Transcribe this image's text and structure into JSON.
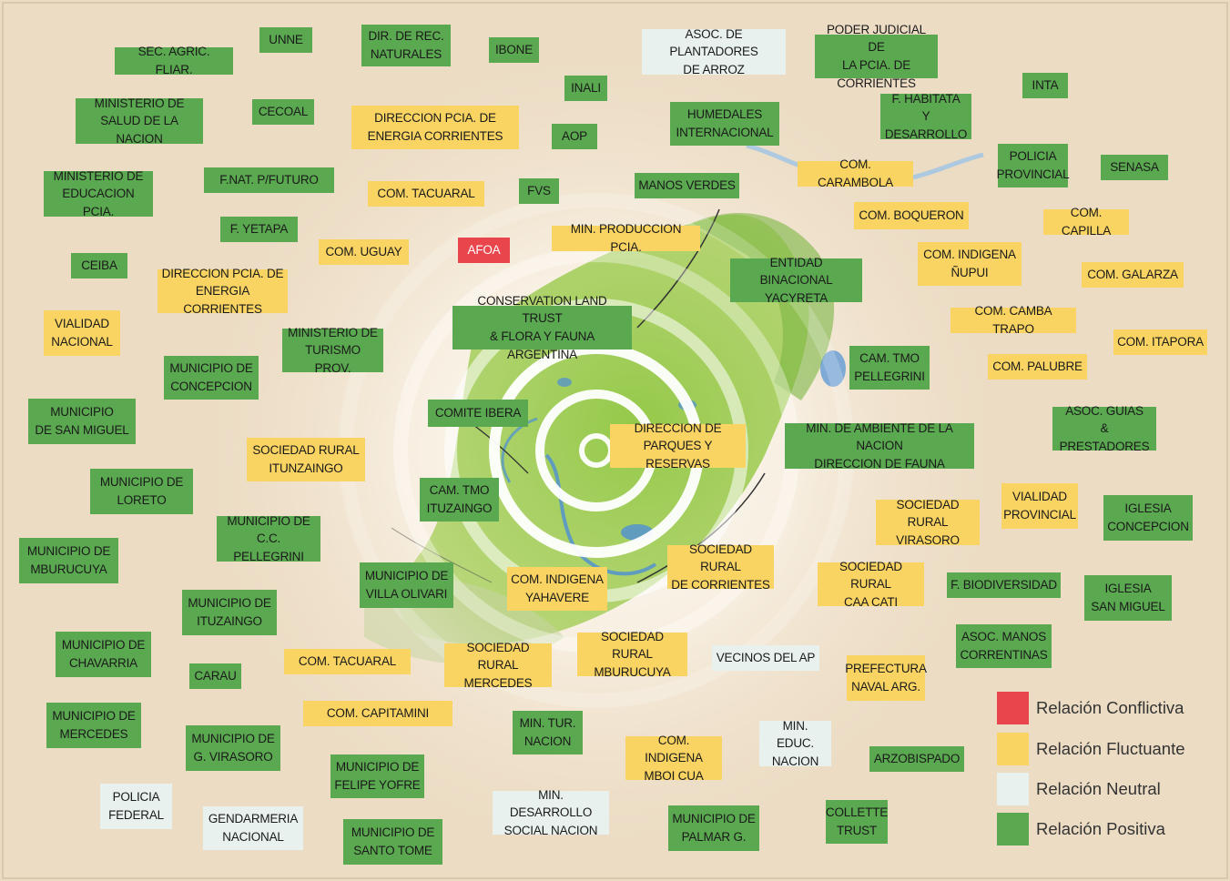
{
  "legend": {
    "conflictiva": "Relación Conflictiva",
    "fluctuante": "Relación Fluctuante",
    "neutral": "Relación Neutral",
    "positiva": "Relación Positiva"
  },
  "colors": {
    "conflictiva": "#e8464c",
    "fluctuante": "#f9d462",
    "neutral": "#e8f1ee",
    "positiva": "#5aa84f",
    "background": "#ecdcc4"
  },
  "actors": [
    {
      "id": "sec-agric-fliar",
      "label": "SEC. AGRIC. FLIAR.",
      "relation": "positiva"
    },
    {
      "id": "unne",
      "label": "UNNE",
      "relation": "positiva"
    },
    {
      "id": "dir-rec-naturales",
      "label": "DIR. DE REC.\nNATURALES",
      "relation": "positiva"
    },
    {
      "id": "ibone",
      "label": "IBONE",
      "relation": "positiva"
    },
    {
      "id": "asoc-plantadores-arroz",
      "label": "ASOC. DE PLANTADORES\nDE ARROZ",
      "relation": "neutral"
    },
    {
      "id": "poder-judicial",
      "label": "PODER JUDICIAL DE\nLA PCIA. DE CORRIENTES",
      "relation": "positiva"
    },
    {
      "id": "inta",
      "label": "INTA",
      "relation": "positiva"
    },
    {
      "id": "inali",
      "label": "INALI",
      "relation": "positiva"
    },
    {
      "id": "ministerio-salud",
      "label": "MINISTERIO DE\nSALUD DE LA NACION",
      "relation": "positiva"
    },
    {
      "id": "cecoal",
      "label": "CECOAL",
      "relation": "positiva"
    },
    {
      "id": "direccion-energia-1",
      "label": "DIRECCION PCIA. DE\nENERGIA CORRIENTES",
      "relation": "fluctuante"
    },
    {
      "id": "aop",
      "label": "AOP",
      "relation": "positiva"
    },
    {
      "id": "humedales-internacional",
      "label": "HUMEDALES\nINTERNACIONAL",
      "relation": "positiva"
    },
    {
      "id": "f-habitata",
      "label": "F. HABITATA\nY DESARROLLO",
      "relation": "positiva"
    },
    {
      "id": "policia-provincial",
      "label": "POLICIA\nPROVINCIAL",
      "relation": "positiva"
    },
    {
      "id": "senasa",
      "label": "SENASA",
      "relation": "positiva"
    },
    {
      "id": "ministerio-educacion",
      "label": "MINISTERIO DE\nEDUCACION PCIA.",
      "relation": "positiva"
    },
    {
      "id": "f-nat-futuro",
      "label": "F.NAT. P/FUTURO",
      "relation": "positiva"
    },
    {
      "id": "com-tacuaral-1",
      "label": "COM. TACUARAL",
      "relation": "fluctuante"
    },
    {
      "id": "fvs",
      "label": "FVS",
      "relation": "positiva"
    },
    {
      "id": "manos-verdes",
      "label": "MANOS VERDES",
      "relation": "positiva"
    },
    {
      "id": "com-carambola",
      "label": "COM. CARAMBOLA",
      "relation": "fluctuante"
    },
    {
      "id": "com-boqueron",
      "label": "COM. BOQUERON",
      "relation": "fluctuante"
    },
    {
      "id": "com-capilla",
      "label": "COM. CAPILLA",
      "relation": "fluctuante"
    },
    {
      "id": "f-yetapa",
      "label": "F. YETAPA",
      "relation": "positiva"
    },
    {
      "id": "com-uguay",
      "label": "COM. UGUAY",
      "relation": "fluctuante"
    },
    {
      "id": "afoa",
      "label": "AFOA",
      "relation": "conflictiva"
    },
    {
      "id": "min-produccion",
      "label": "MIN. PRODUCCION PCIA.",
      "relation": "fluctuante"
    },
    {
      "id": "com-indigena-nupui",
      "label": "COM. INDIGENA\nÑUPUI",
      "relation": "fluctuante"
    },
    {
      "id": "ceiba",
      "label": "CEIBA",
      "relation": "positiva"
    },
    {
      "id": "direccion-energia-2",
      "label": "DIRECCION PCIA. DE\nENERGIA CORRIENTES",
      "relation": "fluctuante"
    },
    {
      "id": "entidad-yacyreta",
      "label": "ENTIDAD BINACIONAL\nYACYRETA",
      "relation": "positiva"
    },
    {
      "id": "com-galarza",
      "label": "COM. GALARZA",
      "relation": "fluctuante"
    },
    {
      "id": "vialidad-nacional",
      "label": "VIALIDAD\nNACIONAL",
      "relation": "fluctuante"
    },
    {
      "id": "ministerio-turismo",
      "label": "MINISTERIO DE\nTURISMO PROV.",
      "relation": "positiva"
    },
    {
      "id": "conservation-land-trust",
      "label": "CONSERVATION LAND TRUST\n& FLORA Y FAUNA ARGENTINA",
      "relation": "positiva"
    },
    {
      "id": "com-camba-trapo",
      "label": "COM. CAMBA TRAPO",
      "relation": "fluctuante"
    },
    {
      "id": "com-itapora",
      "label": "COM. ITAPORA",
      "relation": "fluctuante"
    },
    {
      "id": "municipio-concepcion",
      "label": "MUNICIPIO DE\nCONCEPCION",
      "relation": "positiva"
    },
    {
      "id": "cam-tmo-pellegrini",
      "label": "CAM. TMO\nPELLEGRINI",
      "relation": "positiva"
    },
    {
      "id": "com-palubre",
      "label": "COM. PALUBRE",
      "relation": "fluctuante"
    },
    {
      "id": "municipio-san-miguel",
      "label": "MUNICIPIO\nDE SAN MIGUEL",
      "relation": "positiva"
    },
    {
      "id": "comite-ibera",
      "label": "COMITE IBERA",
      "relation": "positiva"
    },
    {
      "id": "asoc-guias",
      "label": "ASOC. GUIAS\n& PRESTADORES",
      "relation": "positiva"
    },
    {
      "id": "direccion-parques",
      "label": "DIRECCION DE\nPARQUES Y RESERVAS",
      "relation": "fluctuante"
    },
    {
      "id": "min-ambiente",
      "label": "MIN. DE AMBIENTE DE LA NACION\nDIRECCION DE FAUNA",
      "relation": "positiva"
    },
    {
      "id": "sociedad-rural-ituzaingo",
      "label": "SOCIEDAD RURAL\nITUNZAINGO",
      "relation": "fluctuante"
    },
    {
      "id": "municipio-loreto",
      "label": "MUNICIPIO DE\nLORETO",
      "relation": "positiva"
    },
    {
      "id": "cam-tmo-ituzaingo",
      "label": "CAM. TMO\nITUZAINGO",
      "relation": "positiva"
    },
    {
      "id": "vialidad-provincial",
      "label": "VIALIDAD\nPROVINCIAL",
      "relation": "fluctuante"
    },
    {
      "id": "sociedad-rural-virasoro",
      "label": "SOCIEDAD RURAL\nVIRASORO",
      "relation": "fluctuante"
    },
    {
      "id": "iglesia-concepcion",
      "label": "IGLESIA\nCONCEPCION",
      "relation": "positiva"
    },
    {
      "id": "municipio-cc-pellegrini",
      "label": "MUNICIPIO DE\nC.C. PELLEGRINI",
      "relation": "positiva"
    },
    {
      "id": "municipio-mburucuya",
      "label": "MUNICIPIO DE\nMBURUCUYA",
      "relation": "positiva"
    },
    {
      "id": "sociedad-rural-corrientes",
      "label": "SOCIEDAD RURAL\nDE CORRIENTES",
      "relation": "fluctuante"
    },
    {
      "id": "municipio-villa-olivari",
      "label": "MUNICIPIO DE\nVILLA OLIVARI",
      "relation": "positiva"
    },
    {
      "id": "com-indigena-yahavere",
      "label": "COM. INDIGENA\nYAHAVERE",
      "relation": "fluctuante"
    },
    {
      "id": "sociedad-rural-caa-cati",
      "label": "SOCIEDAD RURAL\nCAA CATI",
      "relation": "fluctuante"
    },
    {
      "id": "f-biodiversidad",
      "label": "F. BIODIVERSIDAD",
      "relation": "positiva"
    },
    {
      "id": "iglesia-san-miguel",
      "label": "IGLESIA\nSAN MIGUEL",
      "relation": "positiva"
    },
    {
      "id": "municipio-ituzaingo",
      "label": "MUNICIPIO DE\nITUZAINGO",
      "relation": "positiva"
    },
    {
      "id": "municipio-chavarria",
      "label": "MUNICIPIO DE\nCHAVARRIA",
      "relation": "positiva"
    },
    {
      "id": "carau",
      "label": "CARAU",
      "relation": "positiva"
    },
    {
      "id": "com-tacuaral-2",
      "label": "COM. TACUARAL",
      "relation": "fluctuante"
    },
    {
      "id": "sociedad-rural-mercedes",
      "label": "SOCIEDAD RURAL\nMERCEDES",
      "relation": "fluctuante"
    },
    {
      "id": "sociedad-rural-mburucuya",
      "label": "SOCIEDAD RURAL\nMBURUCUYA",
      "relation": "fluctuante"
    },
    {
      "id": "vecinos-ap",
      "label": "VECINOS DEL AP",
      "relation": "neutral"
    },
    {
      "id": "asoc-manos-correntinas",
      "label": "ASOC. MANOS\nCORRENTINAS",
      "relation": "positiva"
    },
    {
      "id": "prefectura-naval",
      "label": "PREFECTURA\nNAVAL ARG.",
      "relation": "fluctuante"
    },
    {
      "id": "municipio-mercedes",
      "label": "MUNICIPIO DE\nMERCEDES",
      "relation": "positiva"
    },
    {
      "id": "com-capitamini",
      "label": "COM. CAPITAMINI",
      "relation": "fluctuante"
    },
    {
      "id": "min-tur-nacion",
      "label": "MIN. TUR.\nNACION",
      "relation": "positiva"
    },
    {
      "id": "municipio-g-virasoro",
      "label": "MUNICIPIO DE\nG. VIRASORO",
      "relation": "positiva"
    },
    {
      "id": "com-indigena-mboi-cua",
      "label": "COM. INDIGENA\nMBOI CUA",
      "relation": "fluctuante"
    },
    {
      "id": "min-educ-nacion",
      "label": "MIN. EDUC.\nNACION",
      "relation": "neutral"
    },
    {
      "id": "arzobispado",
      "label": "ARZOBISPADO",
      "relation": "positiva"
    },
    {
      "id": "municipio-felipe-yofre",
      "label": "MUNICIPIO DE\nFELIPE YOFRE",
      "relation": "positiva"
    },
    {
      "id": "policia-federal",
      "label": "POLICIA\nFEDERAL",
      "relation": "neutral"
    },
    {
      "id": "gendarmeria-nacional",
      "label": "GENDARMERIA\nNACIONAL",
      "relation": "neutral"
    },
    {
      "id": "min-desarrollo-social",
      "label": "MIN. DESARROLLO\nSOCIAL NACION",
      "relation": "neutral"
    },
    {
      "id": "collette-trust",
      "label": "COLLETTE\nTRUST",
      "relation": "positiva"
    },
    {
      "id": "municipio-palmar-g",
      "label": "MUNICIPIO DE\nPALMAR G.",
      "relation": "positiva"
    },
    {
      "id": "municipio-santo-tome",
      "label": "MUNICIPIO DE\nSANTO TOME",
      "relation": "positiva"
    }
  ]
}
